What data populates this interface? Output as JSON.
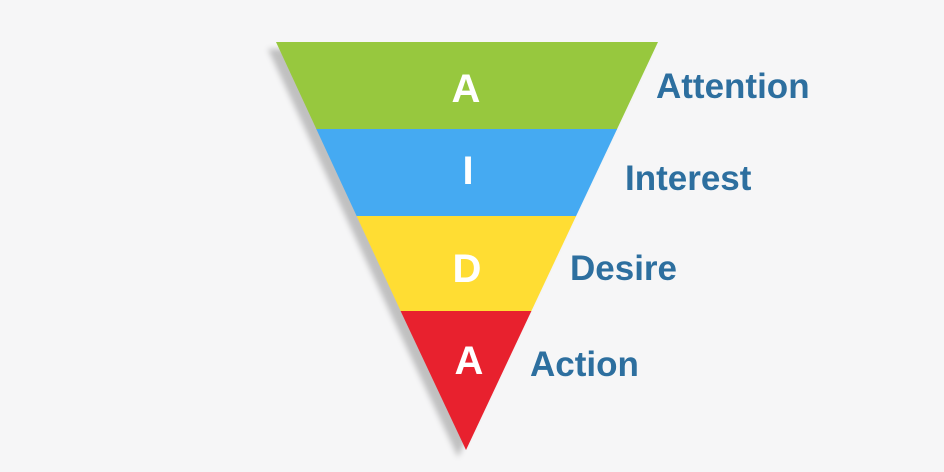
{
  "page": {
    "background_color": "#f6f6f7"
  },
  "funnel": {
    "letter_color": "#ffffff",
    "label_color": "#2d6f9f",
    "shadow_color": "rgba(0,0,0,0.22)",
    "stages": [
      {
        "letter": "A",
        "label": "Attention",
        "color": "#97c83e"
      },
      {
        "letter": "I",
        "label": "Interest",
        "color": "#45aaf2"
      },
      {
        "letter": "D",
        "label": "Desire",
        "color": "#ffdd33"
      },
      {
        "letter": "A",
        "label": "Action",
        "color": "#e8212e"
      }
    ]
  }
}
